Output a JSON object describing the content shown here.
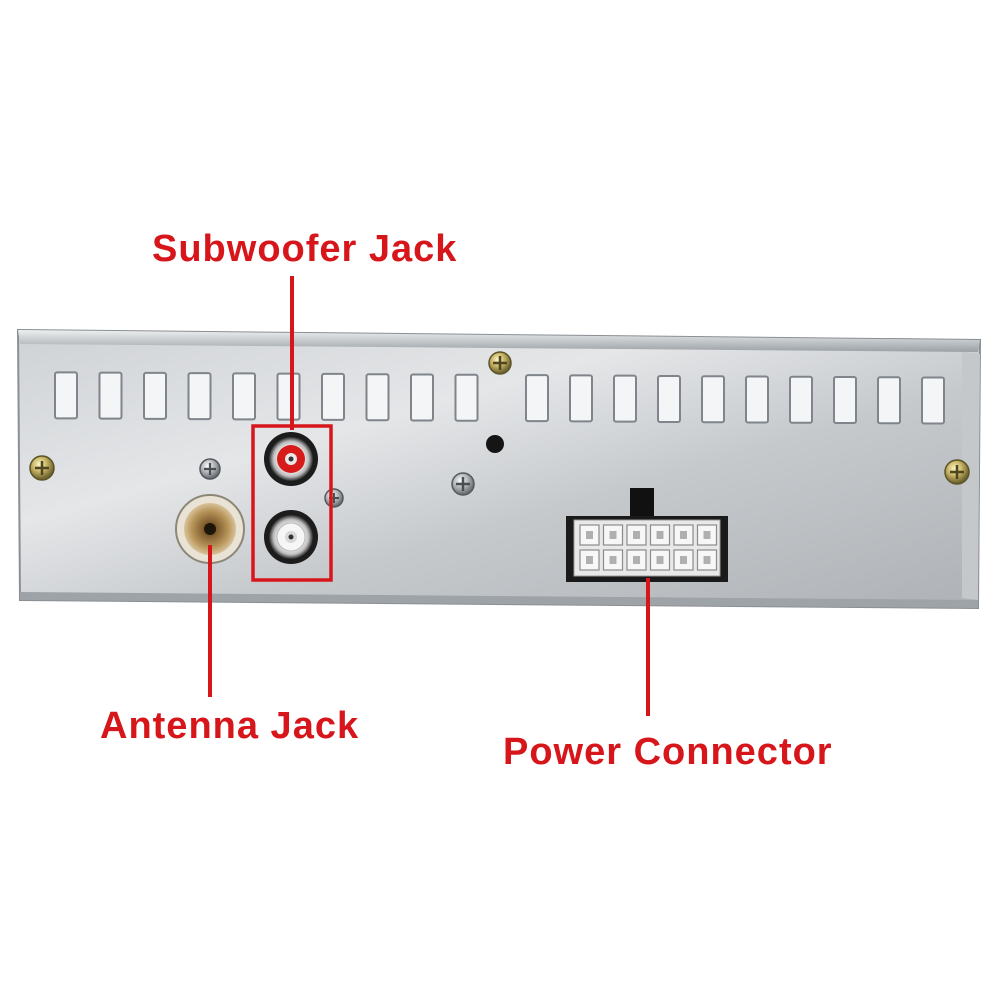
{
  "colors": {
    "callout": "#d7161b",
    "panel_light": "#d8dadc",
    "panel_mid": "#b9bcbf",
    "panel_dark": "#8e9296",
    "slot": "#f4f5f6"
  },
  "callouts": {
    "subwoofer_jack": "Subwoofer Jack",
    "antenna_jack": "Antenna Jack",
    "power_connector": "Power Connector"
  },
  "parts": {
    "ventilation_slots": 20,
    "power_connector_pins": 12,
    "mounting_screws": 6
  }
}
